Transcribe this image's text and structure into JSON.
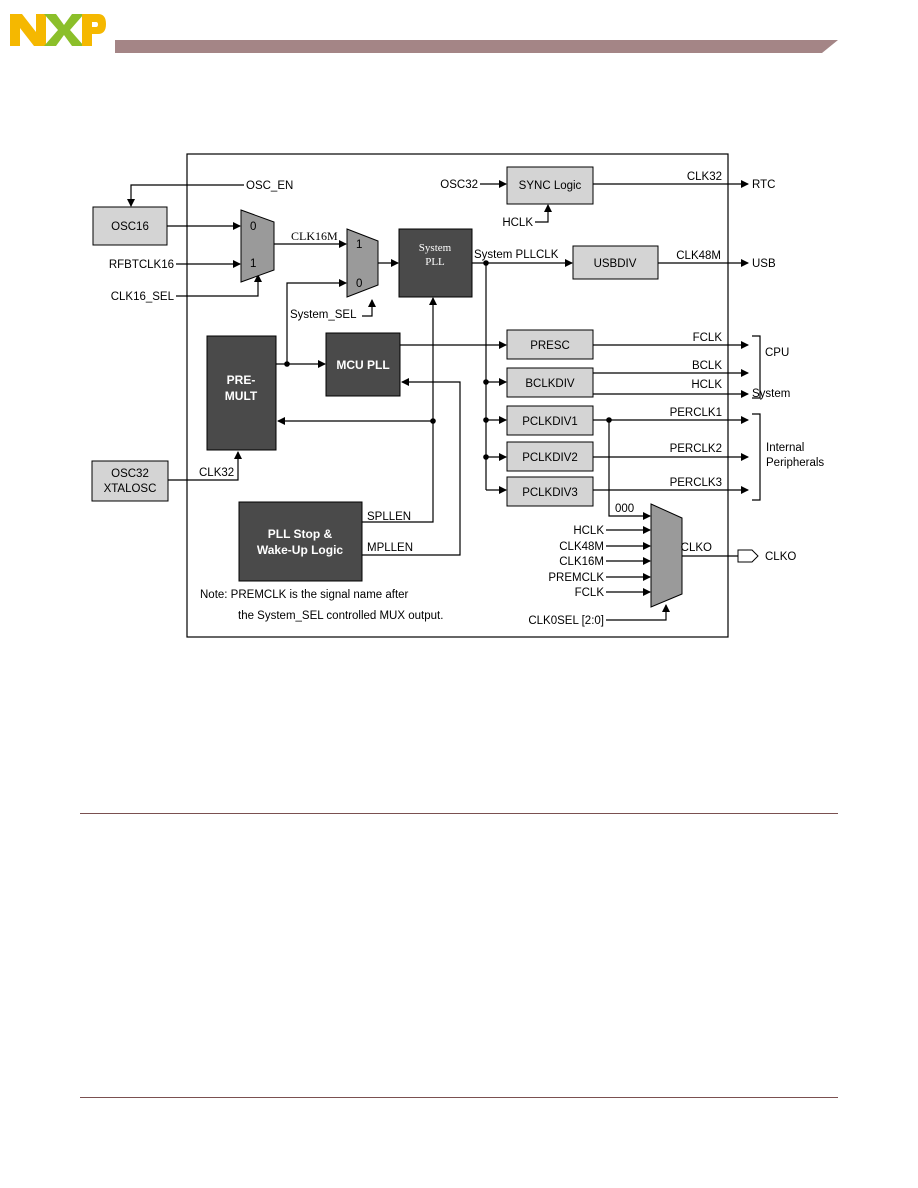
{
  "brand": {
    "logo_text": "NXP",
    "colors": {
      "n": "#f5b800",
      "x": "#8bbf2a",
      "p": "#f5b800",
      "bar": "#a48586"
    }
  },
  "diagram": {
    "blocks": {
      "osc16": "OSC16",
      "sync_logic": "SYNC Logic",
      "system_pll_1": "System",
      "system_pll_2": "PLL",
      "usbdiv": "USBDIV",
      "premult_1": "PRE-",
      "premult_2": "MULT",
      "mcu_pll": "MCU PLL",
      "presc": "PRESC",
      "bclkdiv": "BCLKDIV",
      "pclkdiv1": "PCLKDIV1",
      "pclkdiv2": "PCLKDIV2",
      "pclkdiv3": "PCLKDIV3",
      "osc32_1": "OSC32",
      "osc32_2": "XTALOSC",
      "pllstop_1": "PLL Stop &",
      "pllstop_2": "Wake-Up Logic"
    },
    "signals": {
      "osc_en": "OSC_EN",
      "osc32_in": "OSC32",
      "hclk_sync": "HCLK",
      "clk32_rtc": "CLK32",
      "rtc": "RTC",
      "rfbtclk16": "RFBTCLK16",
      "clk16_sel": "CLK16_SEL",
      "clk16m": "CLK16M",
      "system_sel": "System_SEL",
      "system_pllclk": "System PLLCLK",
      "clk48m": "CLK48M",
      "usb": "USB",
      "fclk": "FCLK",
      "bclk": "BCLK",
      "hclk": "HCLK",
      "cpu": "CPU",
      "system": "System",
      "perclk1": "PERCLK1",
      "perclk2": "PERCLK2",
      "perclk3": "PERCLK3",
      "internal_1": "Internal",
      "internal_2": "Peripherals",
      "clk32_pre": "CLK32",
      "spllen": "SPLLEN",
      "mpllen": "MPLLEN",
      "mux_000": "000",
      "mux_hclk": "HCLK",
      "mux_clk48m": "CLK48M",
      "mux_clk16m": "CLK16M",
      "mux_premclk": "PREMCLK",
      "mux_fclk": "FCLK",
      "clko_sig": "CLKO",
      "clko_out": "CLKO",
      "clkosel": "CLK0SEL [2:0]",
      "mux1_0": "0",
      "mux1_1": "1",
      "mux2_1": "1",
      "mux2_0": "0"
    },
    "note_1": "Note: PREMCLK is the signal name after",
    "note_2": "the System_SEL controlled MUX output."
  }
}
